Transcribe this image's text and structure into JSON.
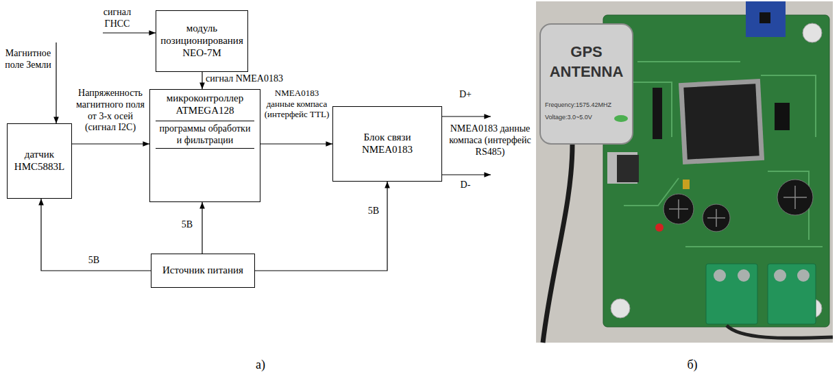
{
  "diagram": {
    "nodes": [
      {
        "text": [
          "модуль позиционирования NEO-7M"
        ]
      },
      {
        "text": [
          "датчик HMC5883L"
        ]
      },
      {
        "text": [
          "микроконтроллер ATMEGA128",
          "программы обработки и фильтрации"
        ]
      },
      {
        "text": [
          "Блок связи NMEA0183"
        ]
      },
      {
        "text": [
          "Источник питания"
        ]
      }
    ],
    "edges": [
      {
        "from": 0,
        "to": 2,
        "label": "сигнал NMEA0183",
        "arrow": "to"
      },
      {
        "from": 1,
        "to": 2,
        "label": "Напряженность магнитного поля от 3-х осей (сигнал I2C)",
        "arrow": "to"
      },
      {
        "from": 2,
        "to": 3,
        "label": "NMEA0183 данные компаса (интерфейс TTL)",
        "arrow": "to"
      },
      {
        "from": 4,
        "to": 1,
        "label": "5В",
        "arrow": "to"
      },
      {
        "from": 4,
        "to": 2,
        "label": "5В",
        "arrow": "to"
      },
      {
        "from": 4,
        "to": 3,
        "label": "5В",
        "arrow": "to"
      }
    ],
    "labels": [
      "сигнал ГНСС",
      "Магнитное поле Земли",
      "D+",
      "NMEA0183 данные компаса (интерфейс RS485)",
      "D-",
      "GPS ANTENNA",
      "Frequency:1575.42MHZ",
      "Voltage:3.0~5.0V",
      "а)",
      "б)"
    ]
  }
}
